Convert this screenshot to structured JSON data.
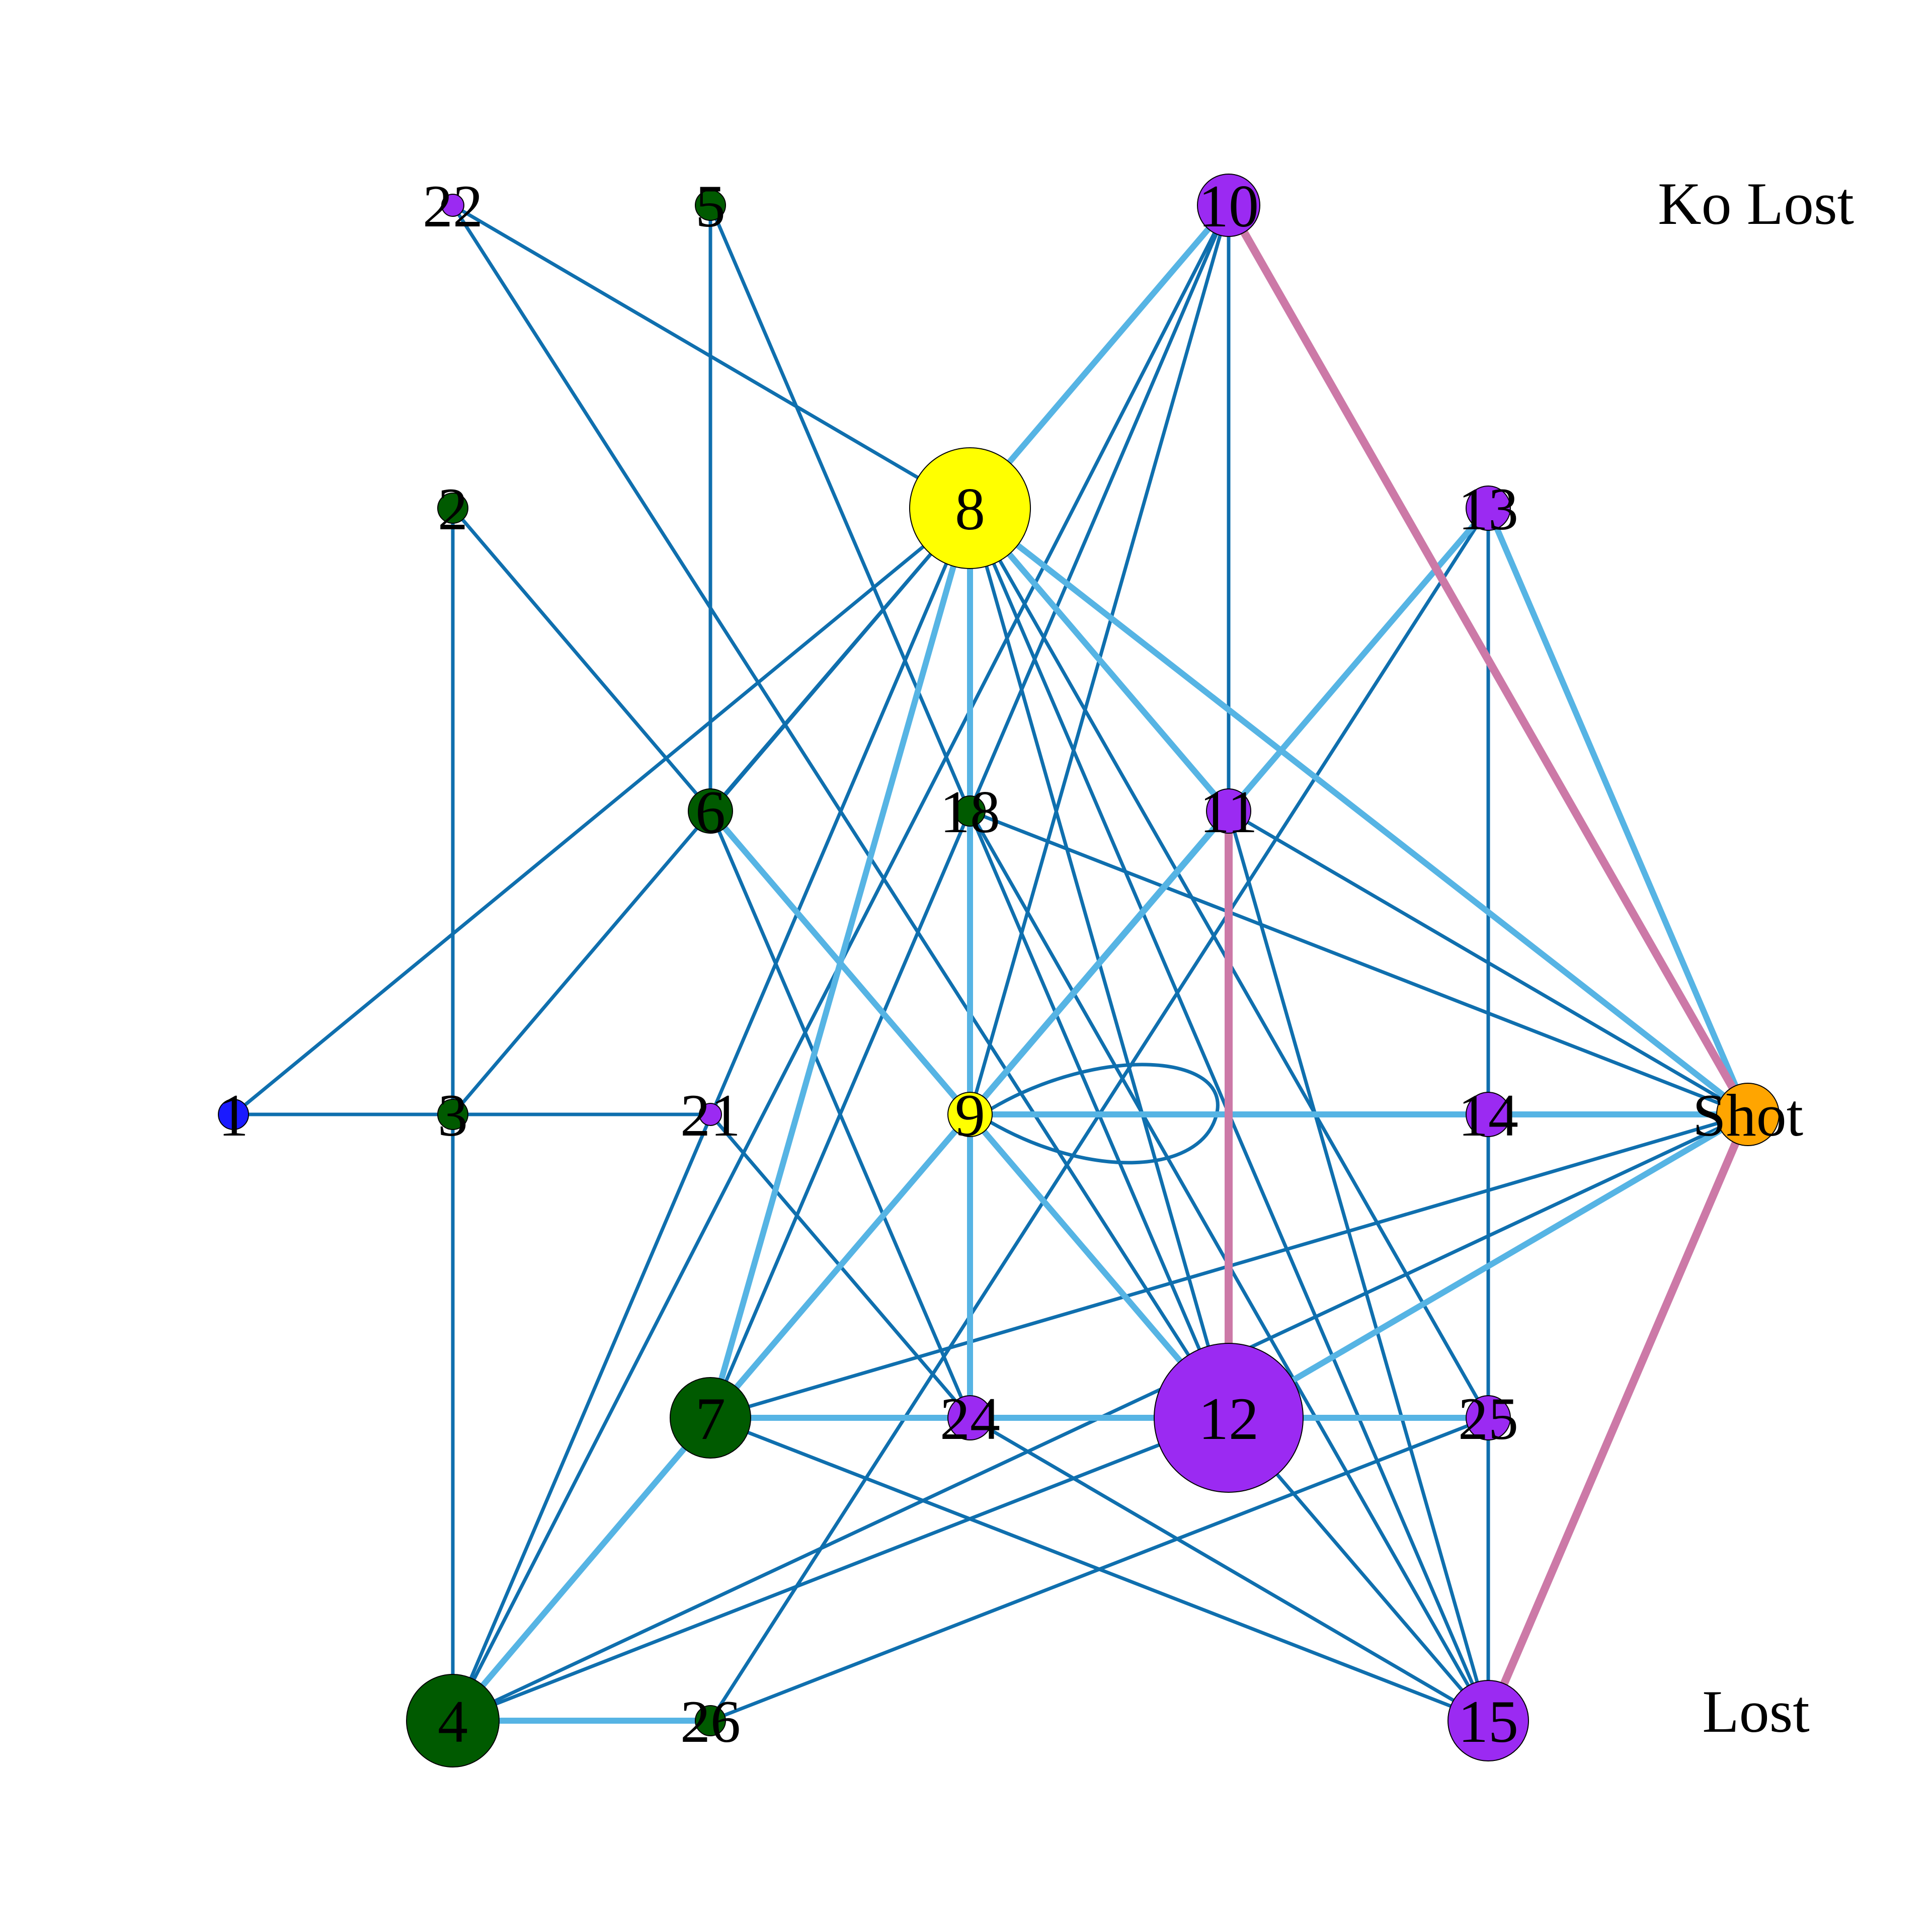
{
  "colors": {
    "edge_dark": "#0f6fae",
    "edge_light": "#56b4e4",
    "edge_pink": "#cc79a7",
    "node_green": "#005a00",
    "node_purple": "#9b2af2",
    "node_yellow": "#ffff00",
    "node_blue": "#1a1aff",
    "node_orange": "#ffa500",
    "node_outline": "#000000"
  },
  "labels": {
    "ko_lost": "Ko Lost",
    "lost": "Lost"
  },
  "graph": {
    "nodes": [
      {
        "id": "1",
        "label": "1",
        "color": "blue",
        "weight": 1
      },
      {
        "id": "2",
        "label": "2",
        "color": "green",
        "weight": 1
      },
      {
        "id": "3",
        "label": "3",
        "color": "green",
        "weight": 1
      },
      {
        "id": "4",
        "label": "4",
        "color": "green",
        "weight": 6
      },
      {
        "id": "5",
        "label": "5",
        "color": "green",
        "weight": 1
      },
      {
        "id": "6",
        "label": "6",
        "color": "green",
        "weight": 2
      },
      {
        "id": "7",
        "label": "7",
        "color": "green",
        "weight": 5
      },
      {
        "id": "8",
        "label": "8",
        "color": "yellow",
        "weight": 9
      },
      {
        "id": "9",
        "label": "9",
        "color": "yellow",
        "weight": 2
      },
      {
        "id": "10",
        "label": "10",
        "color": "purple",
        "weight": 3
      },
      {
        "id": "11",
        "label": "11",
        "color": "purple",
        "weight": 2
      },
      {
        "id": "12",
        "label": "12",
        "color": "purple",
        "weight": 12
      },
      {
        "id": "13",
        "label": "13",
        "color": "purple",
        "weight": 2
      },
      {
        "id": "14",
        "label": "14",
        "color": "purple",
        "weight": 2
      },
      {
        "id": "15",
        "label": "15",
        "color": "purple",
        "weight": 5
      },
      {
        "id": "18",
        "label": "18",
        "color": "green",
        "weight": 1
      },
      {
        "id": "21",
        "label": "21",
        "color": "purple",
        "weight": 0.6
      },
      {
        "id": "22",
        "label": "22",
        "color": "purple",
        "weight": 0.6
      },
      {
        "id": "24",
        "label": "24",
        "color": "purple",
        "weight": 2
      },
      {
        "id": "25",
        "label": "25",
        "color": "purple",
        "weight": 2
      },
      {
        "id": "26",
        "label": "26",
        "color": "green",
        "weight": 1
      },
      {
        "id": "Shot",
        "label": "Shot",
        "color": "orange",
        "weight": 3
      }
    ],
    "edges": [
      {
        "from": "22",
        "to": "8",
        "style": "dark"
      },
      {
        "from": "22",
        "to": "12",
        "style": "dark"
      },
      {
        "from": "5",
        "to": "6",
        "style": "dark"
      },
      {
        "from": "5",
        "to": "12",
        "style": "dark"
      },
      {
        "from": "10",
        "to": "8",
        "style": "light"
      },
      {
        "from": "10",
        "to": "11",
        "style": "dark"
      },
      {
        "from": "10",
        "to": "9",
        "style": "dark"
      },
      {
        "from": "10",
        "to": "4",
        "style": "dark"
      },
      {
        "from": "10",
        "to": "7",
        "style": "dark"
      },
      {
        "from": "10",
        "to": "Shot",
        "style": "pink"
      },
      {
        "from": "2",
        "to": "3",
        "style": "dark"
      },
      {
        "from": "2",
        "to": "9",
        "style": "dark"
      },
      {
        "from": "8",
        "to": "1",
        "style": "dark"
      },
      {
        "from": "8",
        "to": "3",
        "style": "dark"
      },
      {
        "from": "8",
        "to": "6",
        "style": "dark"
      },
      {
        "from": "8",
        "to": "9",
        "style": "light"
      },
      {
        "from": "8",
        "to": "7",
        "style": "light"
      },
      {
        "from": "8",
        "to": "4",
        "style": "dark"
      },
      {
        "from": "8",
        "to": "11",
        "style": "light"
      },
      {
        "from": "8",
        "to": "Shot",
        "style": "light"
      },
      {
        "from": "8",
        "to": "12",
        "style": "dark"
      },
      {
        "from": "8",
        "to": "15",
        "style": "dark"
      },
      {
        "from": "8",
        "to": "25",
        "style": "dark"
      },
      {
        "from": "13",
        "to": "14",
        "style": "dark"
      },
      {
        "from": "13",
        "to": "Shot",
        "style": "light"
      },
      {
        "from": "13",
        "to": "7",
        "style": "dark"
      },
      {
        "from": "13",
        "to": "26",
        "style": "dark"
      },
      {
        "from": "13",
        "to": "9",
        "style": "light"
      },
      {
        "from": "6",
        "to": "24",
        "style": "dark"
      },
      {
        "from": "6",
        "to": "12",
        "style": "light"
      },
      {
        "from": "18",
        "to": "Shot",
        "style": "dark"
      },
      {
        "from": "18",
        "to": "15",
        "style": "dark"
      },
      {
        "from": "11",
        "to": "12",
        "style": "pink"
      },
      {
        "from": "11",
        "to": "Shot",
        "style": "dark"
      },
      {
        "from": "11",
        "to": "15",
        "style": "dark"
      },
      {
        "from": "11",
        "to": "7",
        "style": "light"
      },
      {
        "from": "1",
        "to": "3",
        "style": "dark"
      },
      {
        "from": "3",
        "to": "21",
        "style": "dark"
      },
      {
        "from": "3",
        "to": "4",
        "style": "dark"
      },
      {
        "from": "21",
        "to": "24",
        "style": "dark"
      },
      {
        "from": "9",
        "to": "14",
        "style": "light"
      },
      {
        "from": "9",
        "to": "24",
        "style": "light"
      },
      {
        "from": "14",
        "to": "Shot",
        "style": "light"
      },
      {
        "from": "14",
        "to": "25",
        "style": "dark"
      },
      {
        "from": "Shot",
        "to": "7",
        "style": "dark"
      },
      {
        "from": "Shot",
        "to": "12",
        "style": "light"
      },
      {
        "from": "Shot",
        "to": "4",
        "style": "dark"
      },
      {
        "from": "Shot",
        "to": "15",
        "style": "pink"
      },
      {
        "from": "7",
        "to": "24",
        "style": "light"
      },
      {
        "from": "7",
        "to": "4",
        "style": "light"
      },
      {
        "from": "7",
        "to": "15",
        "style": "dark"
      },
      {
        "from": "24",
        "to": "12",
        "style": "light"
      },
      {
        "from": "24",
        "to": "15",
        "style": "dark"
      },
      {
        "from": "12",
        "to": "25",
        "style": "light"
      },
      {
        "from": "12",
        "to": "15",
        "style": "dark"
      },
      {
        "from": "12",
        "to": "4",
        "style": "dark"
      },
      {
        "from": "25",
        "to": "15",
        "style": "dark"
      },
      {
        "from": "25",
        "to": "26",
        "style": "dark"
      },
      {
        "from": "4",
        "to": "26",
        "style": "light"
      },
      {
        "from": "9",
        "to": "9",
        "style": "dark",
        "self_loop": true
      }
    ]
  }
}
